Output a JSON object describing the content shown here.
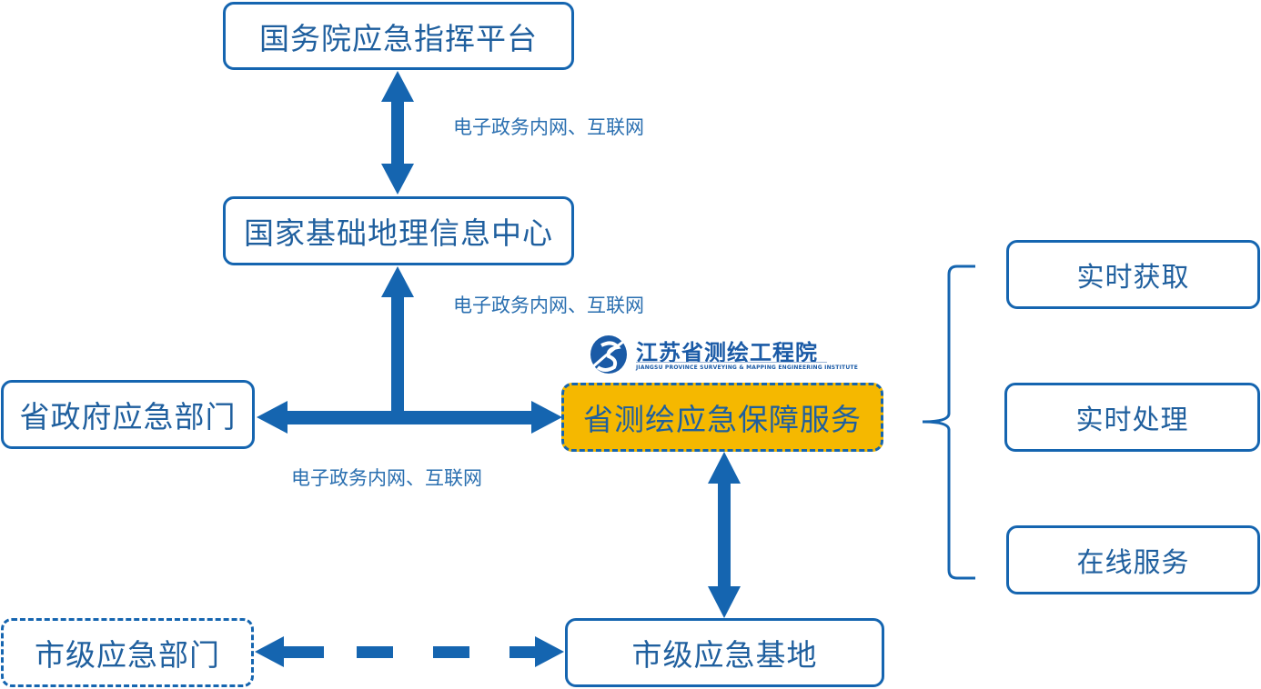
{
  "diagram": {
    "nodes": {
      "state_council": "国务院应急指挥平台",
      "national_geo_center": "国家基础地理信息中心",
      "provincial_gov": "省政府应急部门",
      "provincial_survey_service": "省测绘应急保障服务",
      "city_base": "市级应急基地",
      "city_dept": "市级应急部门"
    },
    "edge_labels": {
      "top": "电子政务内网、互联网",
      "middle": "电子政务内网、互联网",
      "bottom": "电子政务内网、互联网"
    },
    "services": [
      "实时获取",
      "实时处理",
      "在线服务"
    ],
    "logo": {
      "title": "江苏省测绘工程院",
      "subtitle": "JIANGSU PROVINCE SURVEYING & MAPPING ENGINEERING INSTITUTE"
    },
    "colors": {
      "primary_blue": "#1565b0",
      "highlight_fill": "#f5b800",
      "text_blue": "#1f5f9e"
    }
  }
}
